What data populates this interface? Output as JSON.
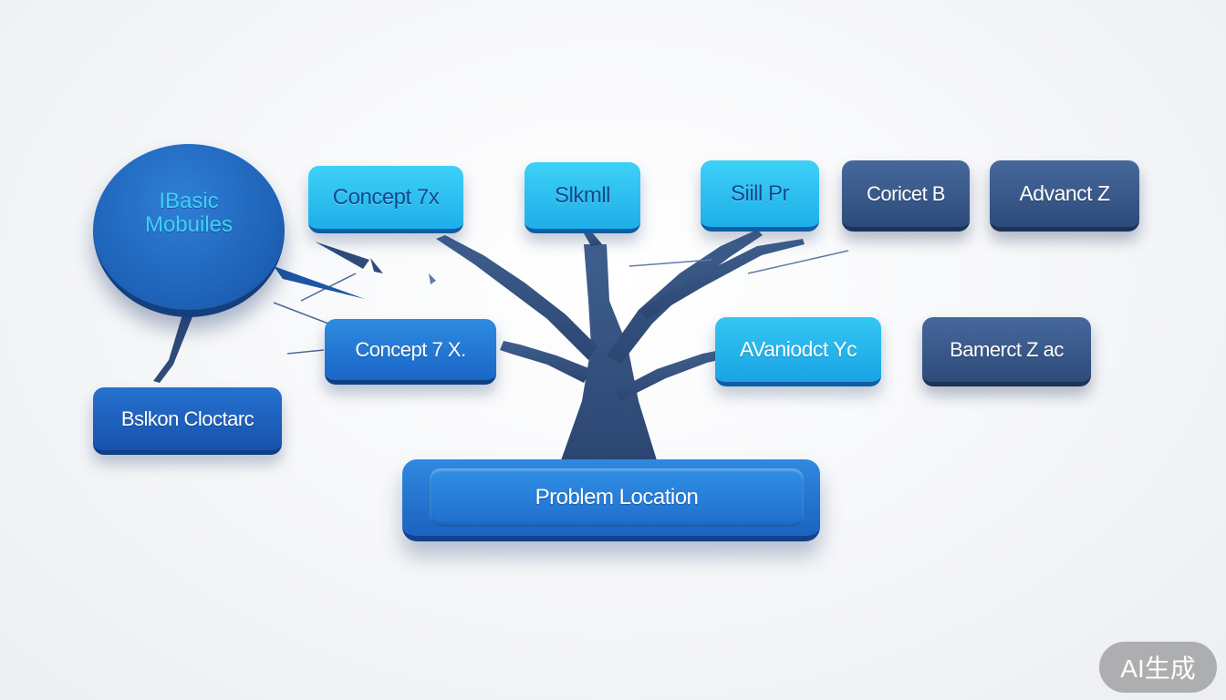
{
  "nodes": {
    "basic_modules": "IBasic\nMobuiles",
    "concept_7x_top": "Concept 7x",
    "skill": "Slkmll",
    "skill_pr": "Siill Pr",
    "concept_b": "Coricet B",
    "advanced_z": "Advanct  Z",
    "concept_7x_mid": "Concept 7 X.",
    "advanced_yc": "AVaniodct Yc",
    "bomerct_zac": "Bamerct Z ac",
    "balkon_cloctarc": "Bslkon Cloctarc",
    "problem_location": "Problem Location"
  },
  "watermark": "AI生成",
  "colors": {
    "light_blue": "#29bdf0",
    "medium_blue": "#1e6ccb",
    "dark_navy": "#35547f",
    "tree_trunk": "#34527d",
    "background": "#f3f4f6"
  }
}
